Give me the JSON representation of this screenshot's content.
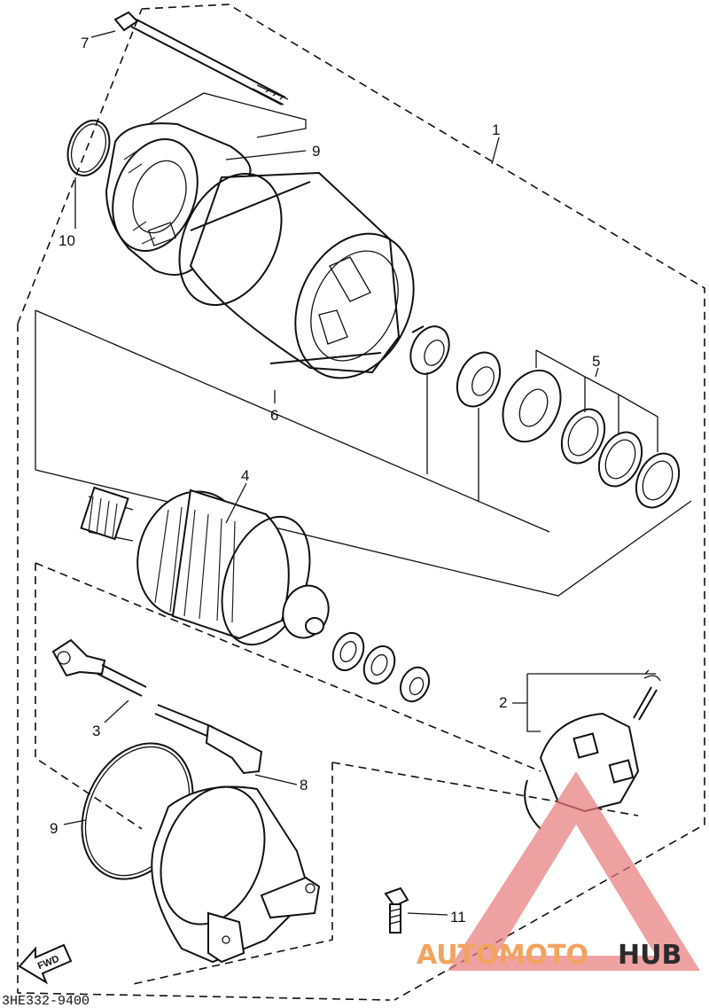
{
  "labels": {
    "p1": "1",
    "p2": "2",
    "p3": "3",
    "p4": "4",
    "p5": "5",
    "p6": "6",
    "p7": "7",
    "p8": "8",
    "p9_top": "9",
    "p9_bottom": "9",
    "p10": "10",
    "p11": "11"
  },
  "diagram_code": "3HE332-9400",
  "fwd_arrow_label": "FWD",
  "watermark": {
    "text_accent": "AUTOMOTO",
    "text_dark": "HUB",
    "accent_color": "#f2a35e",
    "dark_color": "#2b2b2b",
    "logo_color": "#e87a7a"
  }
}
